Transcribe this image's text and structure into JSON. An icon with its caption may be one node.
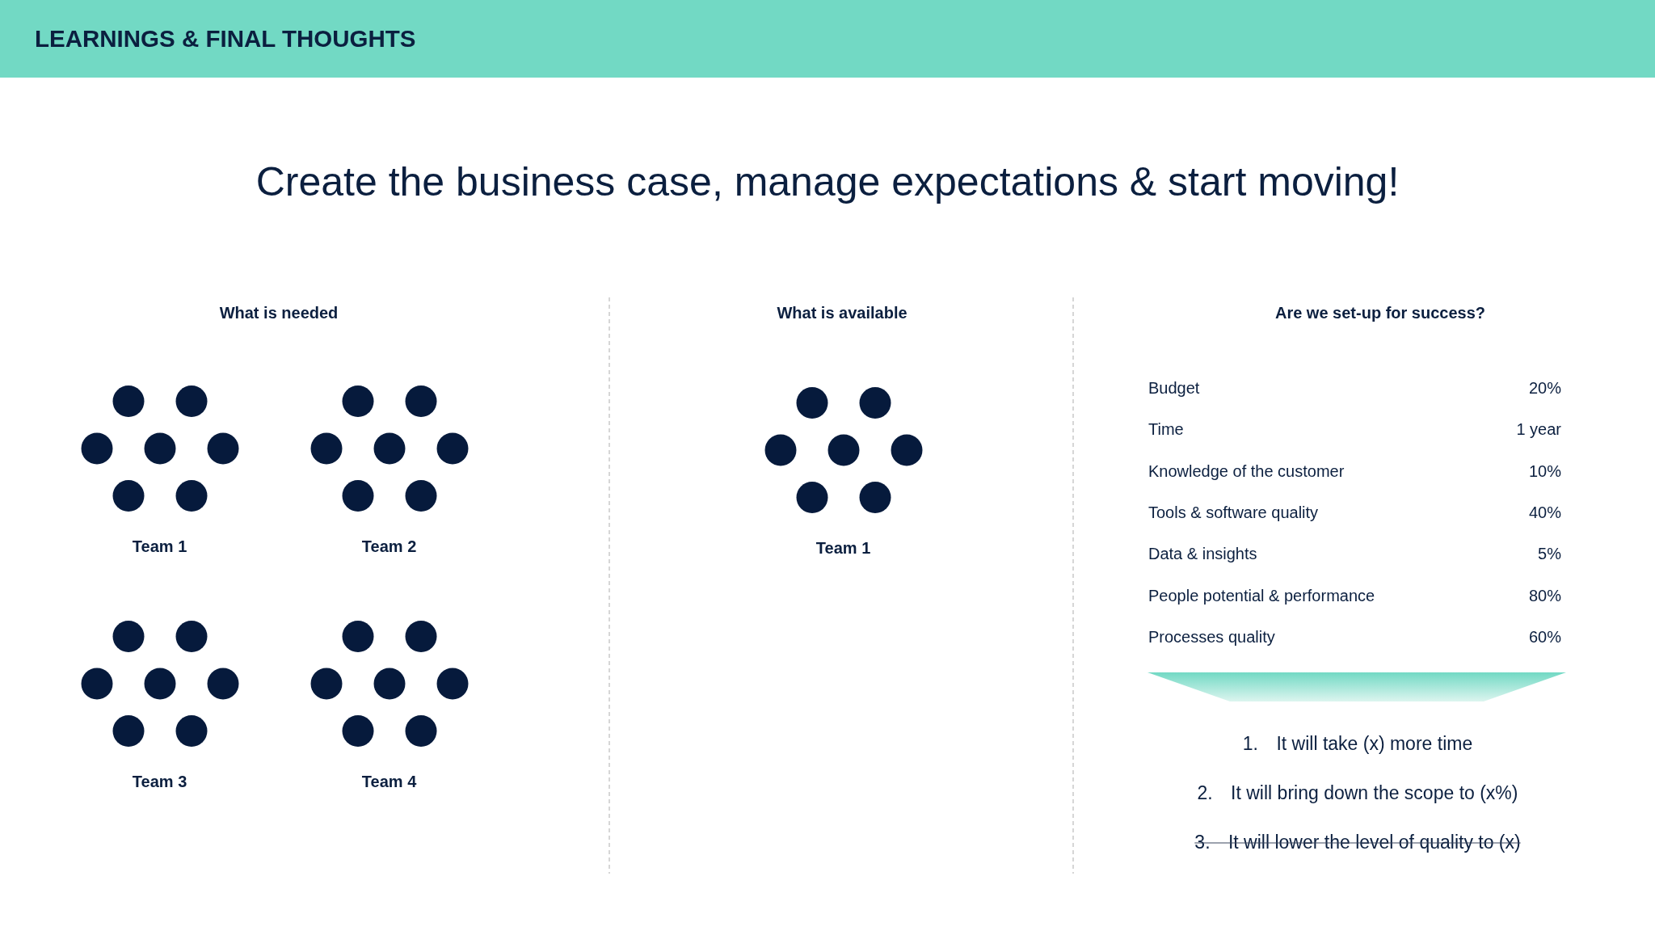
{
  "diagram": {
    "title": "LEARNINGS & FINAL THOUGHTS",
    "nodes": [
      {
        "text": [
          "Team 1"
        ]
      },
      {
        "text": [
          "Team 2"
        ]
      },
      {
        "text": [
          "Team 3"
        ]
      },
      {
        "text": [
          "Team 4"
        ]
      },
      {
        "text": [
          "Team 1"
        ]
      },
      {
        "text": [],
        "shape": "trapezoid"
      }
    ],
    "labels": [
      "Create the business case, manage expectations & start moving!",
      "What is needed",
      "What is available",
      "Are we set-up for success?",
      "Budget",
      "20%",
      "Time",
      "1 year",
      "Knowledge of the customer",
      "10%",
      "Tools & software quality",
      "40%",
      "Data & insights",
      "5%",
      "People potential & performance",
      "80%",
      "Processes quality",
      "60%",
      "1. It will take (x) more time",
      "2. It will bring down the scope to (x%)",
      "3. It will lower the level of quality to (x)"
    ]
  }
}
